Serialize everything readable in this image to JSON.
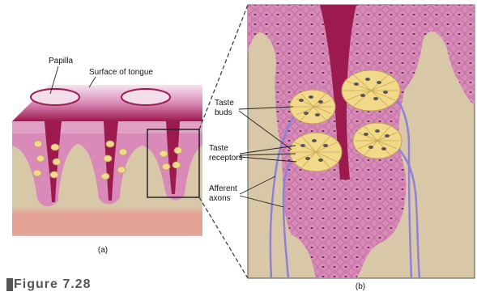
{
  "labels": {
    "papilla": "Papilla",
    "surface_of_tongue": "Surface of tongue",
    "taste_buds": [
      "Taste",
      "buds"
    ],
    "taste_receptors": [
      "Taste",
      "receptors"
    ],
    "afferent_axons": [
      "Afferent",
      "axons"
    ],
    "panel_a": "(a)",
    "panel_b": "(b)"
  },
  "caption": {
    "figure": "Figure 7.28"
  },
  "colors": {
    "epithelium_pink": "#d98ab8",
    "deep_crimson": "#9c1a4d",
    "connective_tan": "#d8c8a8",
    "bud_yellow": "#f2d98a",
    "axon_violet": "#8f80d8",
    "base_salmon": "#e3a095"
  }
}
